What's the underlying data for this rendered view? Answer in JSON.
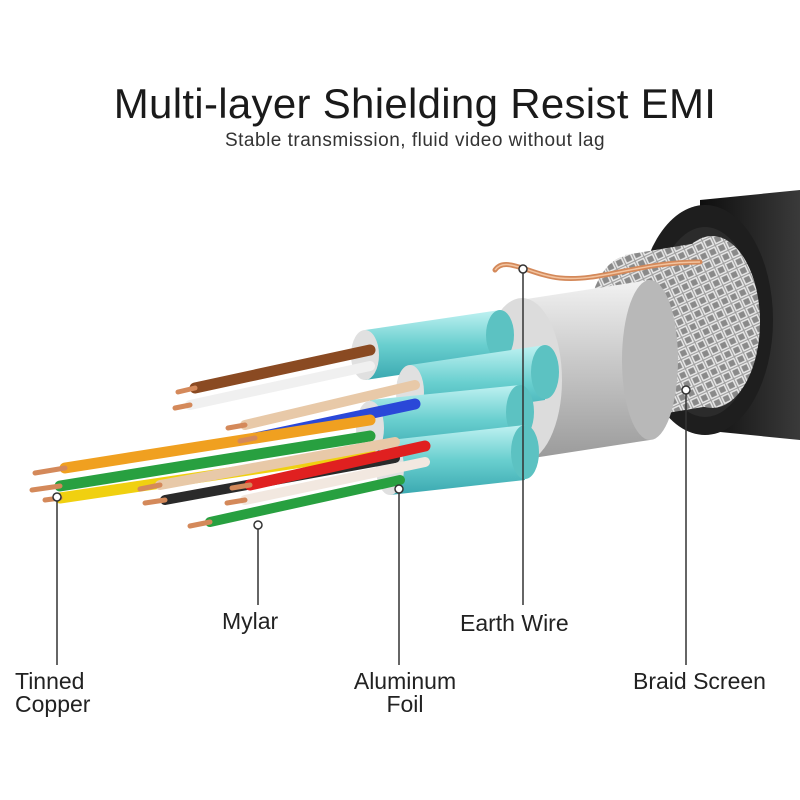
{
  "header": {
    "title": "Multi-layer Shielding Resist EMI",
    "subtitle": "Stable transmission, fluid video without lag"
  },
  "labels": {
    "tinned_copper": {
      "line1": "Tinned",
      "line2": "Copper"
    },
    "mylar": "Mylar",
    "aluminum_foil": {
      "line1": "Aluminum",
      "line2": "Foil"
    },
    "earth_wire": "Earth Wire",
    "braid_screen": "Braid Screen"
  },
  "colors": {
    "jacket": "#1e1e1e",
    "braid": "#b9b9b9",
    "foil_outer": "#d0d0d0",
    "aluminum_foil": "#7fd8d8",
    "copper": "#d4895a",
    "wire_brown": "#8a4a22",
    "wire_blue": "#2a48d8",
    "wire_orange": "#f0a020",
    "wire_green": "#28a040",
    "wire_yellow": "#f0d010",
    "wire_red": "#e02020",
    "wire_black": "#2a2a2a"
  }
}
